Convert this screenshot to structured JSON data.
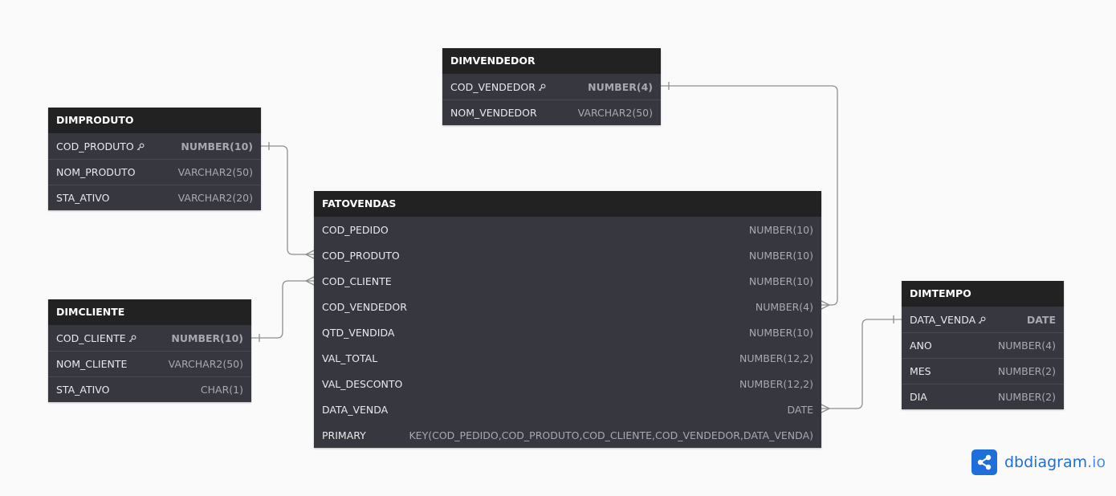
{
  "tables": {
    "dimvendedor": {
      "title": "DIMVENDEDOR",
      "columns": [
        {
          "name": "COD_VENDEDOR",
          "type": "NUMBER(4)",
          "pk": true
        },
        {
          "name": "NOM_VENDEDOR",
          "type": "VARCHAR2(50)"
        }
      ]
    },
    "dimproduto": {
      "title": "DIMPRODUTO",
      "columns": [
        {
          "name": "COD_PRODUTO",
          "type": "NUMBER(10)",
          "pk": true
        },
        {
          "name": "NOM_PRODUTO",
          "type": "VARCHAR2(50)"
        },
        {
          "name": "STA_ATIVO",
          "type": "VARCHAR2(20)"
        }
      ]
    },
    "dimcliente": {
      "title": "DIMCLIENTE",
      "columns": [
        {
          "name": "COD_CLIENTE",
          "type": "NUMBER(10)",
          "pk": true
        },
        {
          "name": "NOM_CLIENTE",
          "type": "VARCHAR2(50)"
        },
        {
          "name": "STA_ATIVO",
          "type": "CHAR(1)"
        }
      ]
    },
    "fatovendas": {
      "title": "FATOVENDAS",
      "columns": [
        {
          "name": "COD_PEDIDO",
          "type": "NUMBER(10)"
        },
        {
          "name": "COD_PRODUTO",
          "type": "NUMBER(10)"
        },
        {
          "name": "COD_CLIENTE",
          "type": "NUMBER(10)"
        },
        {
          "name": "COD_VENDEDOR",
          "type": "NUMBER(4)"
        },
        {
          "name": "QTD_VENDIDA",
          "type": "NUMBER(10)"
        },
        {
          "name": "VAL_TOTAL",
          "type": "NUMBER(12,2)"
        },
        {
          "name": "VAL_DESCONTO",
          "type": "NUMBER(12,2)"
        },
        {
          "name": "DATA_VENDA",
          "type": "DATE"
        },
        {
          "name": "PRIMARY",
          "type": "KEY(COD_PEDIDO,COD_PRODUTO,COD_CLIENTE,COD_VENDEDOR,DATA_VENDA)"
        }
      ]
    },
    "dimtempo": {
      "title": "DIMTEMPO",
      "columns": [
        {
          "name": "DATA_VENDA",
          "type": "DATE",
          "pk": true
        },
        {
          "name": "ANO",
          "type": "NUMBER(4)"
        },
        {
          "name": "MES",
          "type": "NUMBER(2)"
        },
        {
          "name": "DIA",
          "type": "NUMBER(2)"
        }
      ]
    }
  },
  "icons": {
    "primary_key": "key-icon",
    "brand_logo": "share-nodes-icon"
  },
  "brand": {
    "name": "dbdiagram",
    "suffix": ".io",
    "color": "#1e6fd9"
  },
  "colors": {
    "header": "#222222",
    "body": "#373740",
    "connector": "#8d8d8d"
  }
}
